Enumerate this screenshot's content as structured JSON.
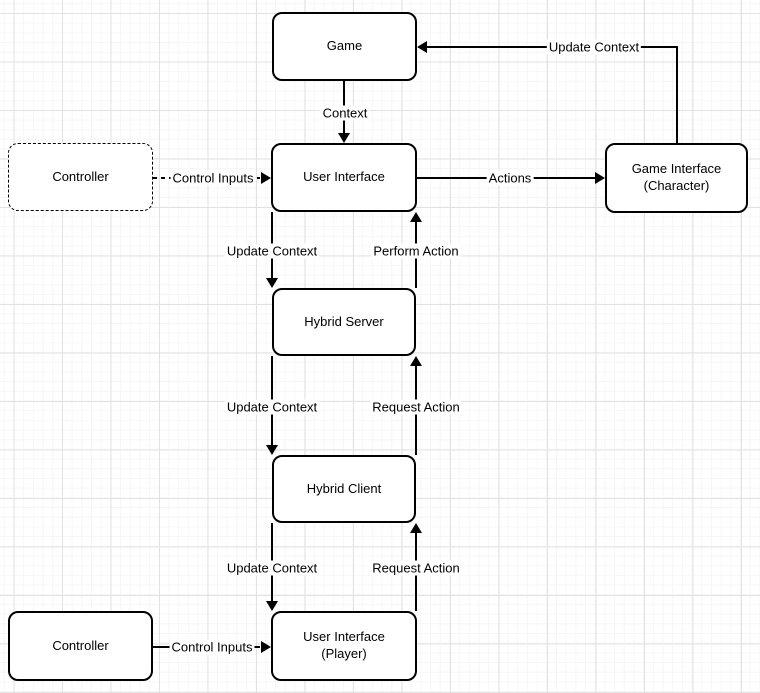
{
  "canvas": {
    "background_color": "#ffffff",
    "grid_minor_color": "#f6f6f6",
    "grid_major_color": "#e2e2e2",
    "stroke_color": "#000000",
    "node_fill_color": "#ffffff",
    "text_color": "#000000"
  },
  "nodes": {
    "game": {
      "label": "Game"
    },
    "user_interface": {
      "label": "User Interface"
    },
    "controller_input": {
      "label": "Controller"
    },
    "game_interface": {
      "label": "Game Interface\n(Character)"
    },
    "hybrid_server": {
      "label": "Hybrid Server"
    },
    "hybrid_client": {
      "label": "Hybrid Client"
    },
    "user_interface_player": {
      "label": "User Interface\n(Player)"
    },
    "controller_player": {
      "label": "Controller"
    }
  },
  "edges": {
    "context": {
      "label": "Context"
    },
    "update_context_game": {
      "label": "Update Context"
    },
    "control_inputs": {
      "label": "Control Inputs"
    },
    "actions": {
      "label": "Actions"
    },
    "ui_update_context": {
      "label": "Update Context"
    },
    "perform_action": {
      "label": "Perform Action"
    },
    "server_update_context": {
      "label": "Update Context"
    },
    "server_request_action": {
      "label": "Request Action"
    },
    "client_update_context": {
      "label": "Update Context"
    },
    "client_request_action": {
      "label": "Request Action"
    },
    "control_inputs_player": {
      "label": "Control Inputs"
    }
  }
}
